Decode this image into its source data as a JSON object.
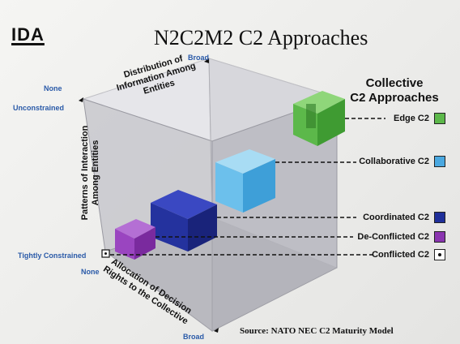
{
  "logo": "IDA",
  "title": "N2C2M2 C2 Approaches",
  "axes": {
    "distribution": {
      "label": "Distribution of Information Among Entities",
      "low": "None",
      "high": "Broad"
    },
    "patterns": {
      "label": "Patterns of Interaction Among Entities",
      "low": "Tightly Constrained",
      "high": "Unconstrained"
    },
    "allocation": {
      "label": "Allocation of Decision Rights to the Collective",
      "low": "None",
      "high": "Broad"
    }
  },
  "legend": {
    "title_line1": "Collective",
    "title_line2": "C2 Approaches",
    "items": [
      {
        "label": "Edge C2",
        "color": "#5cb84a"
      },
      {
        "label": "Collaborative C2",
        "color": "#4aa8e0"
      },
      {
        "label": "Coordinated C2",
        "color": "#1f2f9a"
      },
      {
        "label": "De-Conflicted C2",
        "color": "#8a35b0"
      },
      {
        "label": "Conflicted C2",
        "color": "#ffffff"
      }
    ]
  },
  "source": "Source:  NATO NEC C2 Maturity Model"
}
